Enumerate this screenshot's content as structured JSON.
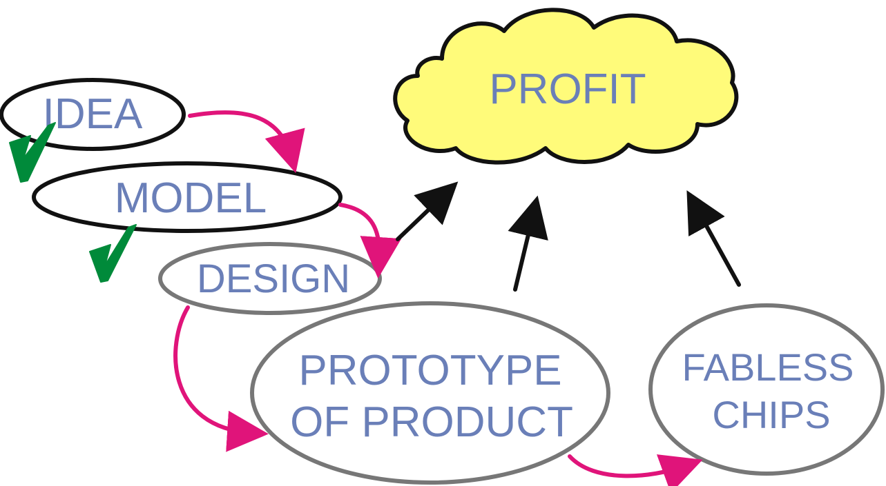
{
  "nodes": {
    "idea": {
      "label": "IDEA"
    },
    "model": {
      "label": "MODEL"
    },
    "design": {
      "label": "DESIGN"
    },
    "prototype": {
      "line1": "PROTOTYPE",
      "line2": "OF PRODUCT"
    },
    "fabless": {
      "line1": "FABLESS",
      "line2": "CHIPS"
    },
    "profit": {
      "label": "PROFIT"
    }
  },
  "colors": {
    "text": "#6a7fb8",
    "flow_arrow": "#e0147a",
    "profit_arrow": "#111111",
    "check": "#008a3a",
    "cloud_fill": "#fffb7a",
    "done_outline": "#111111",
    "pending_outline": "#777777"
  },
  "icons": [
    "check-icon",
    "cloud-shape",
    "arrow-icon"
  ]
}
